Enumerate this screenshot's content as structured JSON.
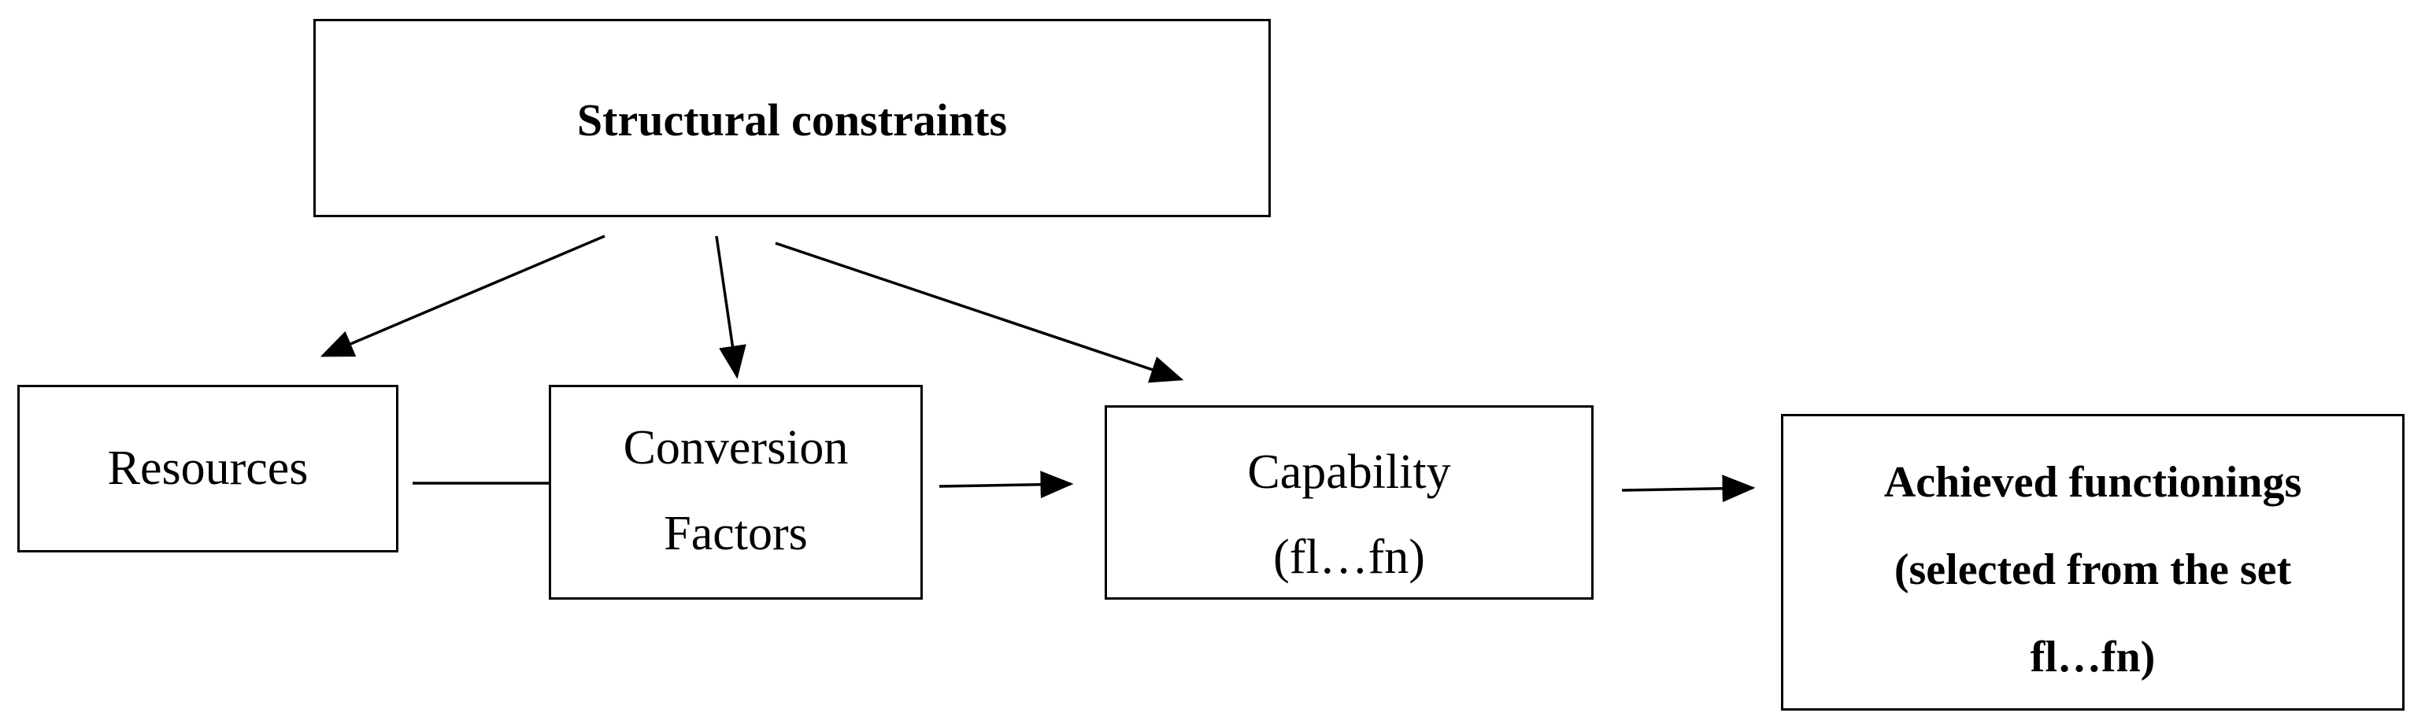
{
  "diagram": {
    "structural_constraints": "Structural constraints",
    "resources": "Resources",
    "conversion_factors": {
      "line1": "Conversion",
      "line2": "Factors"
    },
    "capability": {
      "line1": "Capability",
      "line2": "(fl…fn)"
    },
    "achieved_functionings": {
      "line1": "Achieved functionings",
      "line2": "(selected from the set",
      "line3": "fl…fn)"
    }
  }
}
